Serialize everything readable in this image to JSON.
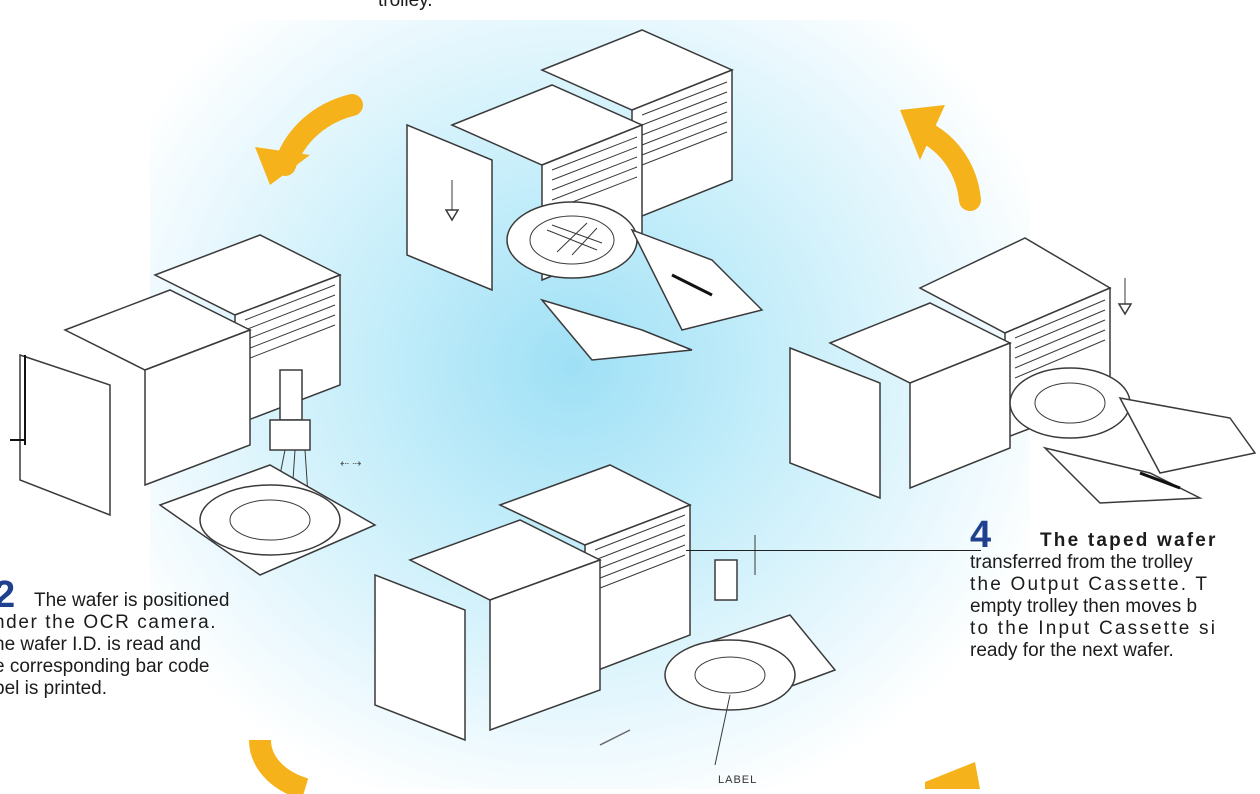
{
  "top_fragment": "trolley.",
  "step2": {
    "number": "2",
    "text": "The wafer is positioned under the OCR camera. The wafer I.D. is read and the corresponding bar code label is printed.",
    "lines": [
      "The wafer is positioned",
      "nder the OCR camera.",
      "he wafer I.D. is read and",
      "e corresponding bar code",
      "bel is printed."
    ]
  },
  "step4": {
    "number": "4",
    "lines": [
      "The taped wafer",
      "transferred from the trolley",
      "the Output Cassette. T",
      "empty trolley then moves b",
      "to the Input Cassette si",
      "ready for the next wafer."
    ]
  },
  "label_callout": "LABEL",
  "colors": {
    "arrow": "#f6b21b",
    "glow": "#9fe0f6",
    "step_number": "#1f3f8f",
    "line_art": "#3a3a3a"
  }
}
